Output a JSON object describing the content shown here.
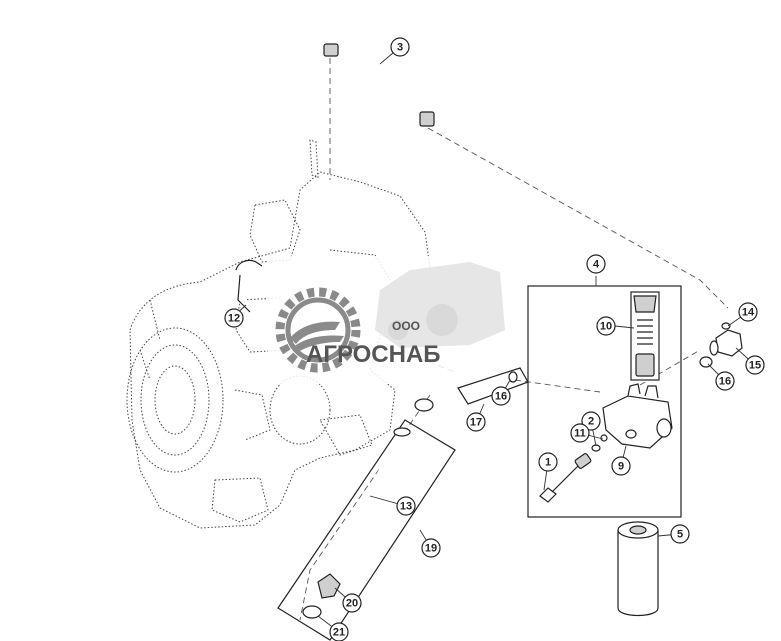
{
  "diagram": {
    "callouts": [
      {
        "id": "c1",
        "label": "1"
      },
      {
        "id": "c2",
        "label": "2"
      },
      {
        "id": "c3",
        "label": "3"
      },
      {
        "id": "c4",
        "label": "4"
      },
      {
        "id": "c5",
        "label": "5"
      },
      {
        "id": "c9",
        "label": "9"
      },
      {
        "id": "c10",
        "label": "10"
      },
      {
        "id": "c11",
        "label": "11"
      },
      {
        "id": "c12",
        "label": "12"
      },
      {
        "id": "c13",
        "label": "13"
      },
      {
        "id": "c14",
        "label": "14"
      },
      {
        "id": "c15",
        "label": "15"
      },
      {
        "id": "c16a",
        "label": "16"
      },
      {
        "id": "c16b",
        "label": "16"
      },
      {
        "id": "c17",
        "label": "17"
      },
      {
        "id": "c19",
        "label": "19"
      },
      {
        "id": "c20",
        "label": "20"
      },
      {
        "id": "c21",
        "label": "21"
      }
    ]
  },
  "watermark": {
    "small_text": "ООО",
    "brand_text": "АГРОСНАБ",
    "colors": {
      "gear": "#8a8a8a",
      "text": "#555555",
      "ghost": "#e6e6e6"
    }
  },
  "colors": {
    "line": "#222222",
    "fill_dark": "#cfcfcf",
    "background": "#ffffff"
  }
}
